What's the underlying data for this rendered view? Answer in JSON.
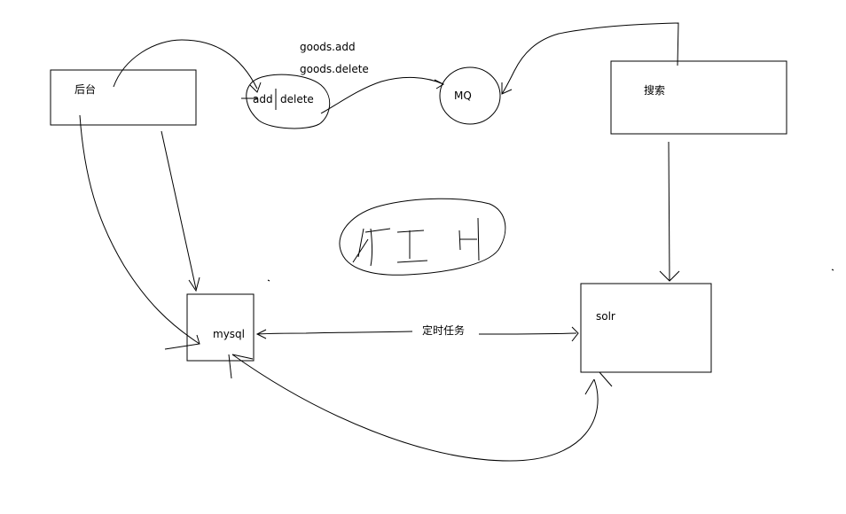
{
  "nodes": {
    "backend": "后台",
    "search": "搜索",
    "mq": "MQ",
    "mysql": "mysql",
    "solr": "solr",
    "add": "add",
    "delete": "delete"
  },
  "labels": {
    "goods_add": "goods.add",
    "goods_delete": "goods.delete",
    "scheduled_task": "定时任务"
  },
  "colors": {
    "stroke": "#000000",
    "background": "#ffffff"
  }
}
